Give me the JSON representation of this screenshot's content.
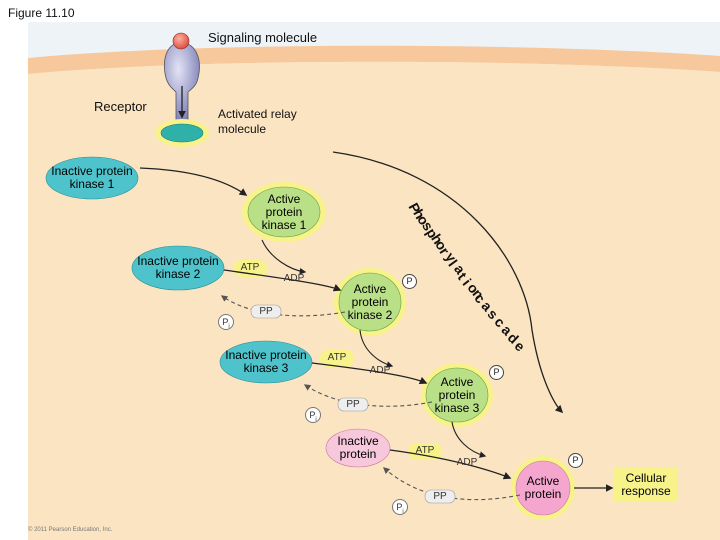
{
  "figure_label": "Figure 11.10",
  "signaling_molecule": "Signaling molecule",
  "receptor": "Receptor",
  "relay": "Activated relay molecule",
  "kinase1_inactive": "Inactive protein kinase 1",
  "kinase1_active": "Active protein kinase 1",
  "kinase2_inactive": "Inactive protein kinase 2",
  "kinase2_active": "Active protein kinase 2",
  "kinase3_inactive": "Inactive protein kinase 3",
  "kinase3_active": "Active protein kinase 3",
  "protein_inactive": "Inactive protein",
  "protein_active": "Active protein",
  "response": "Cellular response",
  "atp": "ATP",
  "adp": "ADP",
  "pp": "PP",
  "p": "P",
  "pi_letter": "P",
  "pi_sub": "i",
  "cascade": "Phosphorylation cascade",
  "copyright": "© 2011 Pearson Education, Inc.",
  "colors": {
    "cytoplasm": "#fbe4c2",
    "membrane": "#f6c89c",
    "inactive": "#4ec3cb",
    "active": "#b9df87",
    "glow": "#f7f28a",
    "protein_inactive": "#f7c7dc",
    "protein_active": "#f5a6cf"
  }
}
